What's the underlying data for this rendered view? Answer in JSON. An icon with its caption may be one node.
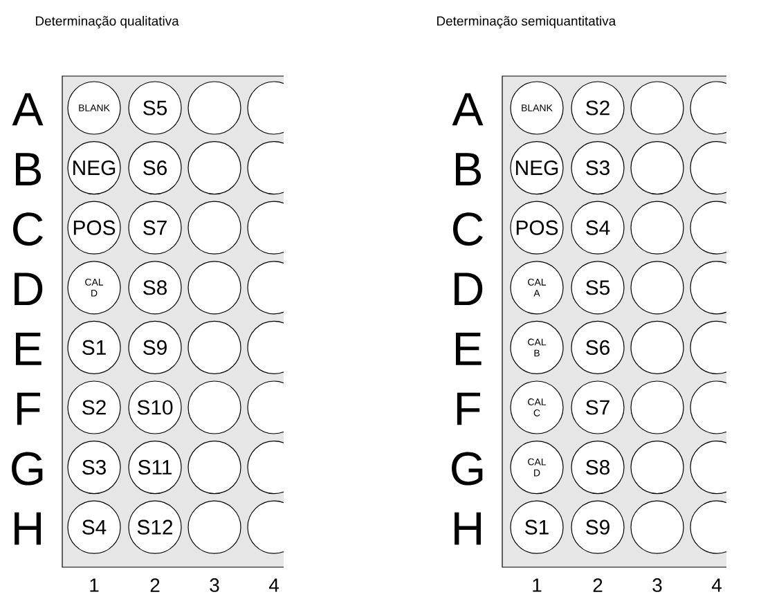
{
  "diagram": {
    "nodes": [
      {
        "text": [
          "Determinação qualitativa"
        ]
      },
      {
        "text": [
          "BLANK"
        ],
        "in": 0
      },
      {
        "text": [
          "S5"
        ],
        "in": 0
      },
      {
        "text": [],
        "shape": "circle",
        "in": 0
      },
      {
        "text": [],
        "shape": "circle",
        "in": 0
      },
      {
        "text": [
          "NEG"
        ],
        "in": 0
      },
      {
        "text": [
          "S6"
        ],
        "in": 0
      },
      {
        "text": [],
        "shape": "circle",
        "in": 0
      },
      {
        "text": [],
        "shape": "circle",
        "in": 0
      },
      {
        "text": [
          "POS"
        ],
        "in": 0
      },
      {
        "text": [
          "S7"
        ],
        "in": 0
      },
      {
        "text": [],
        "shape": "circle",
        "in": 0
      },
      {
        "text": [],
        "shape": "circle",
        "in": 0
      },
      {
        "text": [
          "CAL D"
        ],
        "in": 0
      },
      {
        "text": [
          "S8"
        ],
        "in": 0
      },
      {
        "text": [],
        "shape": "circle",
        "in": 0
      },
      {
        "text": [],
        "shape": "circle",
        "in": 0
      },
      {
        "text": [
          "S1"
        ],
        "in": 0
      },
      {
        "text": [
          "S9"
        ],
        "in": 0
      },
      {
        "text": [],
        "shape": "circle",
        "in": 0
      },
      {
        "text": [],
        "shape": "circle",
        "in": 0
      },
      {
        "text": [
          "S2"
        ],
        "in": 0
      },
      {
        "text": [
          "S10"
        ],
        "in": 0
      },
      {
        "text": [],
        "shape": "circle",
        "in": 0
      },
      {
        "text": [],
        "shape": "circle",
        "in": 0
      },
      {
        "text": [
          "S3"
        ],
        "in": 0
      },
      {
        "text": [
          "S11"
        ],
        "in": 0
      },
      {
        "text": [],
        "shape": "circle",
        "in": 0
      },
      {
        "text": [],
        "shape": "circle",
        "in": 0
      },
      {
        "text": [
          "S4"
        ],
        "in": 0
      },
      {
        "text": [
          "S12"
        ],
        "in": 0
      },
      {
        "text": [],
        "shape": "circle",
        "in": 0
      },
      {
        "text": [],
        "shape": "circle",
        "in": 0
      },
      {
        "text": [
          "Determinação semiquantitativa"
        ]
      },
      {
        "text": [
          "BLANK"
        ],
        "in": 33
      },
      {
        "text": [
          "S2"
        ],
        "in": 33
      },
      {
        "text": [],
        "shape": "circle",
        "in": 33
      },
      {
        "text": [],
        "shape": "circle",
        "in": 33
      },
      {
        "text": [
          "NEG"
        ],
        "in": 33
      },
      {
        "text": [
          "S3"
        ],
        "in": 33
      },
      {
        "text": [],
        "shape": "circle",
        "in": 33
      },
      {
        "text": [],
        "shape": "circle",
        "in": 33
      },
      {
        "text": [
          "POS"
        ],
        "in": 33
      },
      {
        "text": [
          "S4"
        ],
        "in": 33
      },
      {
        "text": [],
        "shape": "circle",
        "in": 33
      },
      {
        "text": [],
        "shape": "circle",
        "in": 33
      },
      {
        "text": [
          "CAL A"
        ],
        "in": 33
      },
      {
        "text": [
          "S5"
        ],
        "in": 33
      },
      {
        "text": [],
        "shape": "circle",
        "in": 33
      },
      {
        "text": [],
        "shape": "circle",
        "in": 33
      },
      {
        "text": [
          "CAL B"
        ],
        "in": 33
      },
      {
        "text": [
          "S6"
        ],
        "in": 33
      },
      {
        "text": [],
        "shape": "circle",
        "in": 33
      },
      {
        "text": [],
        "shape": "circle",
        "in": 33
      },
      {
        "text": [
          "CAL C"
        ],
        "in": 33
      },
      {
        "text": [
          "S7"
        ],
        "in": 33
      },
      {
        "text": [],
        "shape": "circle",
        "in": 33
      },
      {
        "text": [],
        "shape": "circle",
        "in": 33
      },
      {
        "text": [
          "CAL D"
        ],
        "in": 33
      },
      {
        "text": [
          "S8"
        ],
        "in": 33
      },
      {
        "text": [],
        "shape": "circle",
        "in": 33
      },
      {
        "text": [],
        "shape": "circle",
        "in": 33
      },
      {
        "text": [
          "S1"
        ],
        "in": 33
      },
      {
        "text": [
          "S9"
        ],
        "in": 33
      },
      {
        "text": [],
        "shape": "circle",
        "in": 33
      },
      {
        "text": [],
        "shape": "circle",
        "in": 33
      }
    ],
    "labels": [
      "A",
      "B",
      "C",
      "D",
      "E",
      "F",
      "G",
      "H",
      "1",
      "2",
      "3",
      "4",
      "A",
      "B",
      "C",
      "D",
      "E",
      "F",
      "G",
      "H",
      "1",
      "2",
      "3",
      "4"
    ]
  }
}
